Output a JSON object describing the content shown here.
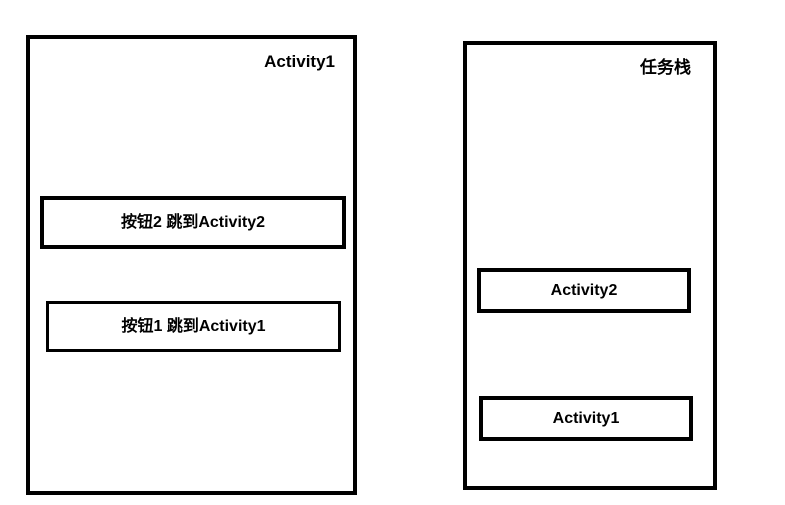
{
  "diagram": {
    "background_color": "#ffffff",
    "line_color": "#000000",
    "panels": [
      {
        "id": "activity-panel",
        "title": "Activity1",
        "boxes": [
          {
            "id": "btn-activity2",
            "label": "按钮2 跳到Activity2"
          },
          {
            "id": "btn-activity1",
            "label": "按钮1 跳到Activity1"
          }
        ]
      },
      {
        "id": "taskstack-panel",
        "title": "任务栈",
        "boxes": [
          {
            "id": "stack-activity2",
            "label": "Activity2"
          },
          {
            "id": "stack-activity1",
            "label": "Activity1"
          }
        ]
      }
    ]
  }
}
